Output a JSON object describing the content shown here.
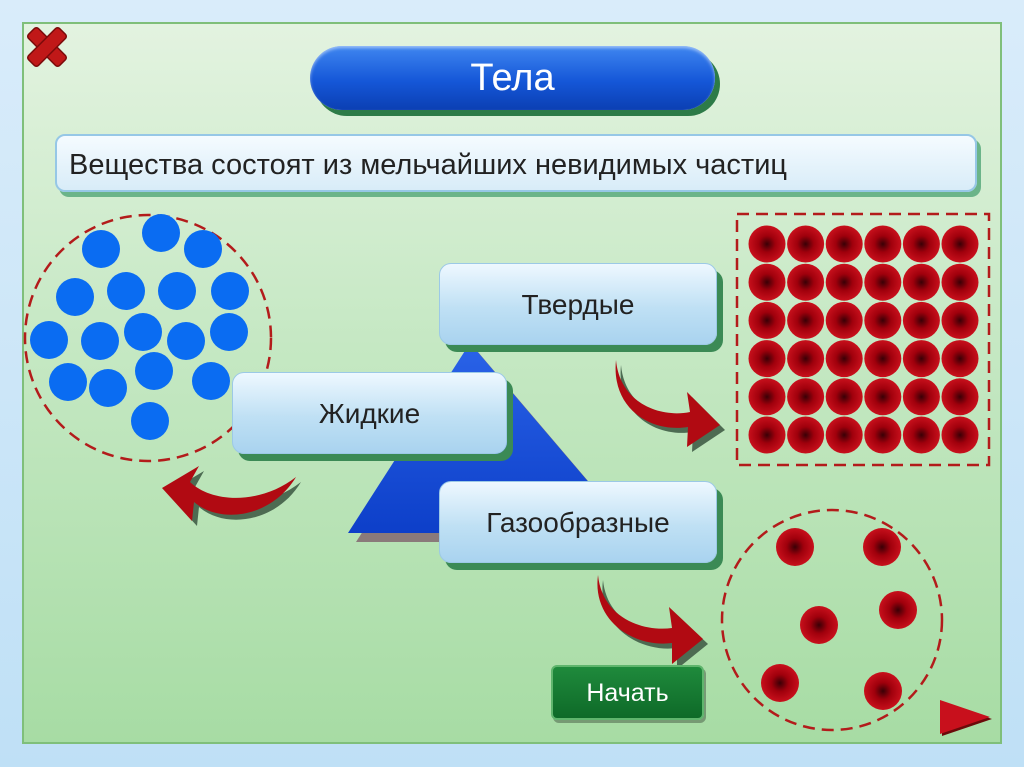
{
  "title": "Тела",
  "statement": "Вещества состоят из мельчайших невидимых частиц",
  "cards": {
    "solid": "Твердые",
    "liquid": "Жидкие",
    "gas": "Газообразные"
  },
  "start_button": "Начать",
  "icons": {
    "close": "close-x-icon",
    "next": "next-arrow-icon"
  },
  "colors": {
    "title_blue": "#1557d8",
    "particle_blue": "#0a6cf2",
    "particle_red": "#b3000f",
    "arrow_red": "#b10a12",
    "dashed_border": "#b31b1b",
    "start_green": "#0e6a28"
  }
}
